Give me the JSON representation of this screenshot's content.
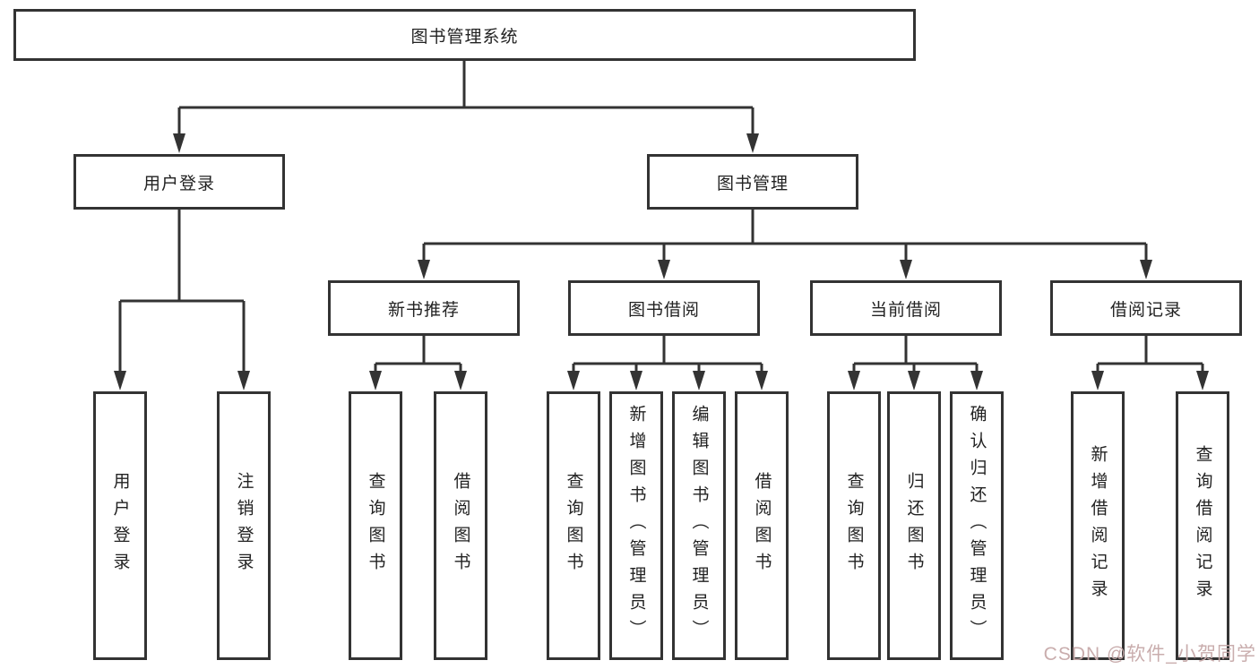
{
  "diagram": {
    "root": {
      "label": "图书管理系统"
    },
    "level2": {
      "user_login": {
        "label": "用户登录"
      },
      "book_mgmt": {
        "label": "图书管理"
      }
    },
    "level3": {
      "new_book_rec": {
        "label": "新书推荐"
      },
      "book_borrow": {
        "label": "图书借阅"
      },
      "current_borrow": {
        "label": "当前借阅"
      },
      "borrow_record": {
        "label": "借阅记录"
      }
    },
    "leaves": {
      "login_user_login": {
        "label": "用户登录"
      },
      "login_logout": {
        "label": "注销登录"
      },
      "rec_query_book": {
        "label": "查询图书"
      },
      "rec_borrow_book": {
        "label": "借阅图书"
      },
      "bb_query_book": {
        "label": "查询图书"
      },
      "bb_add_book_admin": {
        "label": "新增图书（管理员）"
      },
      "bb_edit_book_admin": {
        "label": "编辑图书（管理员）"
      },
      "bb_borrow_book": {
        "label": "借阅图书"
      },
      "cb_query_book": {
        "label": "查询图书"
      },
      "cb_return_book": {
        "label": "归还图书"
      },
      "cb_confirm_return_admin": {
        "label": "确认归还（管理员）"
      },
      "br_add_record": {
        "label": "新增借阅记录"
      },
      "br_query_record": {
        "label": "查询借阅记录"
      }
    }
  },
  "watermark": {
    "text": "CSDN @软件_小贺同学"
  },
  "colors": {
    "line": "#333333",
    "text": "#222222",
    "node_background": "#ffffff",
    "watermark": "#c7a9a9"
  }
}
